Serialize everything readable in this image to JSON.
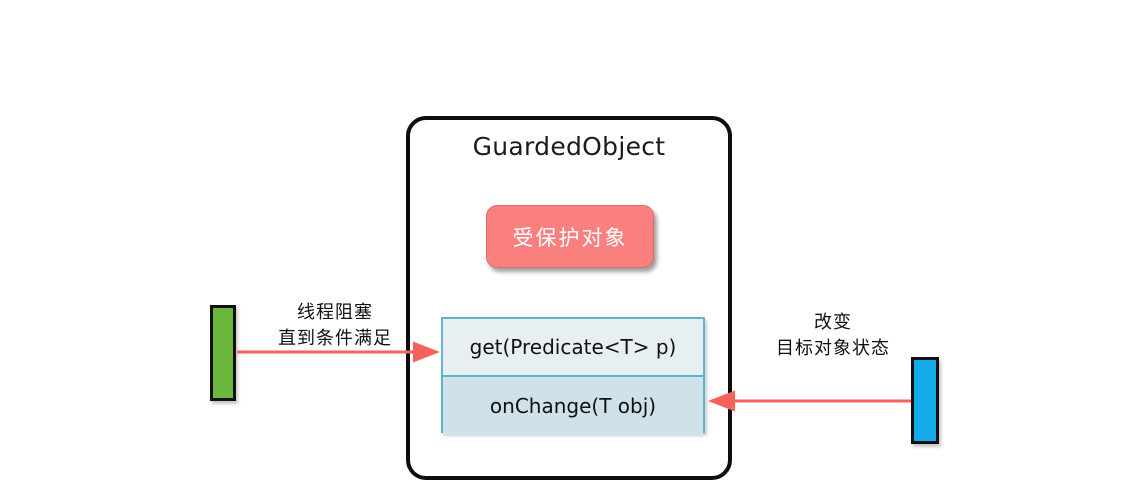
{
  "diagram": {
    "title_shape": {
      "label": "GuardedObject",
      "shape": "rounded-rectangle",
      "stroke_color": "#0d0d0d",
      "fill_color": "#ffffff"
    },
    "protected_object": {
      "label": "受保护对象",
      "fill_color": "#fa8080",
      "text_color": "#ffffff"
    },
    "methods": [
      {
        "signature": "get(Predicate<T> p)",
        "fill_color": "#e8eff2"
      },
      {
        "signature": "onChange(T obj)",
        "fill_color": "#cfe2e9"
      }
    ],
    "actors": [
      {
        "name": "waiting-thread",
        "color": "#69b83b",
        "shape": "vertical-bar"
      },
      {
        "name": "notifying-thread",
        "color": "#14a9e8",
        "shape": "vertical-bar"
      }
    ],
    "annotations": [
      {
        "name": "blocking-note",
        "line1": "线程阻塞",
        "line2": "直到条件满足"
      },
      {
        "name": "state-change-note",
        "line1": "改变",
        "line2": "目标对象状态"
      }
    ],
    "arrows": [
      {
        "name": "thread-to-get-arrow",
        "direction": "right",
        "color": "#f5625c"
      },
      {
        "name": "thread-to-onchange-arrow",
        "direction": "left",
        "color": "#f5625c"
      }
    ]
  }
}
